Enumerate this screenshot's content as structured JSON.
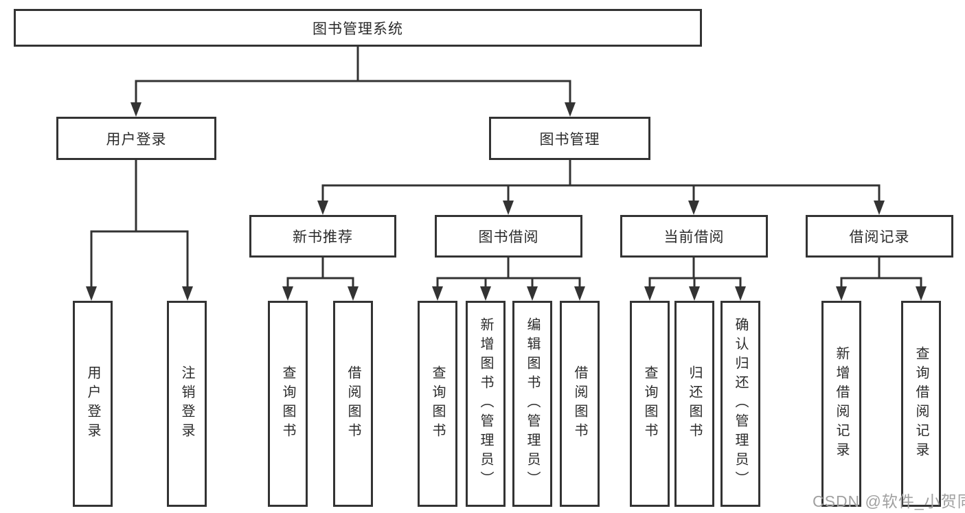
{
  "colors": {
    "line": "#333333",
    "box_border": "#333333",
    "box_background": "#ffffff",
    "text": "#2b2b2b",
    "watermark_text": "#a0a0a0"
  },
  "watermark": {
    "text": "CSDN @软件_小贺同学"
  },
  "tree": {
    "label": "图书管理系统",
    "children": [
      {
        "label": "用户登录",
        "children": [
          {
            "label": "用户登录"
          },
          {
            "label": "注销登录"
          }
        ]
      },
      {
        "label": "图书管理",
        "children": [
          {
            "label": "新书推荐",
            "children": [
              {
                "label": "查询图书"
              },
              {
                "label": "借阅图书"
              }
            ]
          },
          {
            "label": "图书借阅",
            "children": [
              {
                "label": "查询图书"
              },
              {
                "label": "新增图书（管理员）"
              },
              {
                "label": "编辑图书（管理员）"
              },
              {
                "label": "借阅图书"
              }
            ]
          },
          {
            "label": "当前借阅",
            "children": [
              {
                "label": "查询图书"
              },
              {
                "label": "归还图书"
              },
              {
                "label": "确认归还（管理员）"
              }
            ]
          },
          {
            "label": "借阅记录",
            "children": [
              {
                "label": "新增借阅记录"
              },
              {
                "label": "查询借阅记录"
              }
            ]
          }
        ]
      }
    ]
  }
}
